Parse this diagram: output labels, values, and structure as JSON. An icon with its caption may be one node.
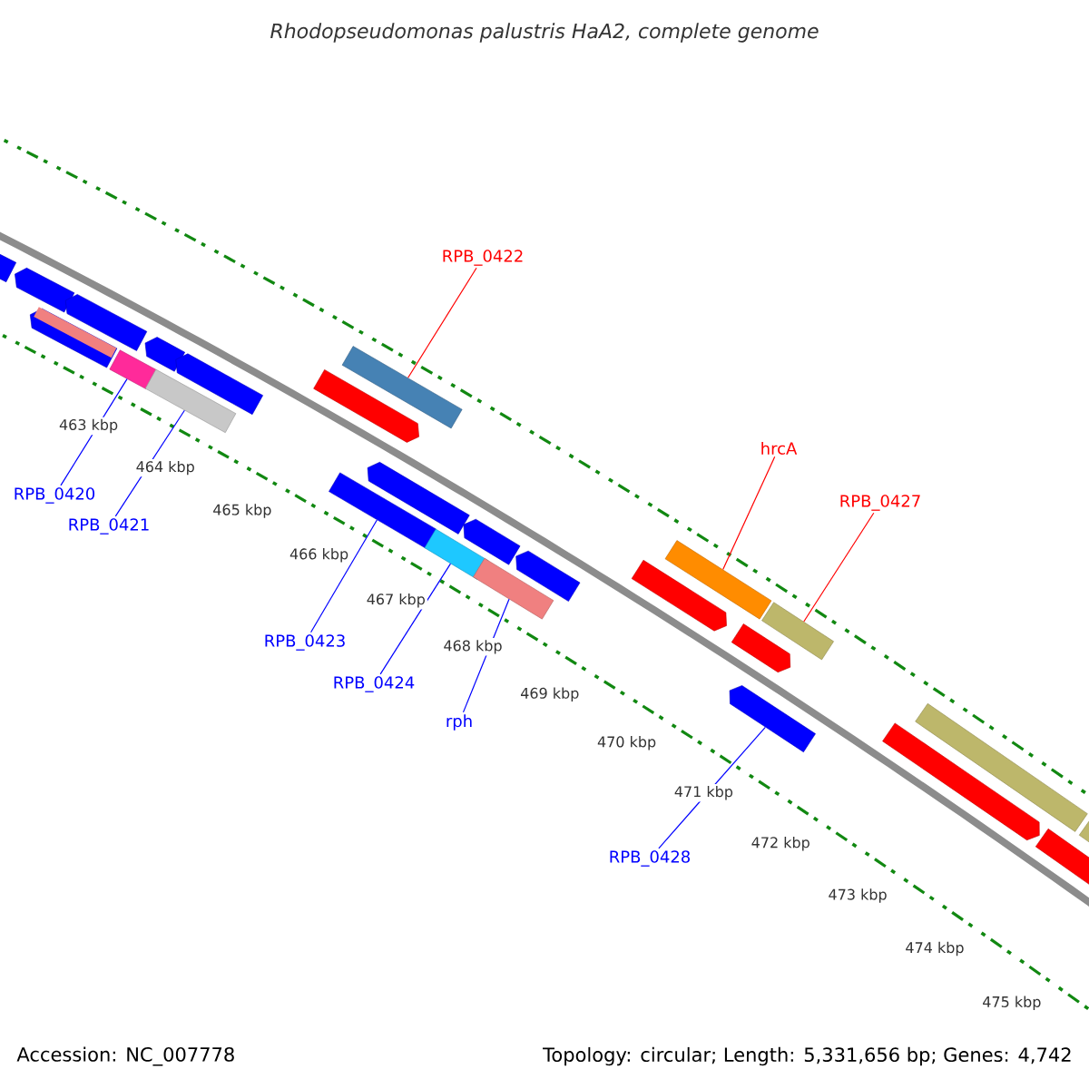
{
  "diagram": {
    "title": "Rhodopseudomonas palustris HaA2, complete genome",
    "nodes": [
      {
        "text": [
          "RPB_0422"
        ]
      },
      {
        "text": [
          "RPB_0420"
        ]
      },
      {
        "text": [
          "RPB_0421"
        ]
      },
      {
        "text": [
          "hrcA"
        ]
      },
      {
        "text": [
          "RPB_0427"
        ]
      },
      {
        "text": [
          "RPB_0423"
        ]
      },
      {
        "text": [
          "RPB_0424"
        ]
      },
      {
        "text": [
          "rph"
        ]
      },
      {
        "text": [
          "RPB_0428"
        ]
      },
      {
        "text": [],
        "shape": "bar"
      },
      {
        "text": [],
        "shape": "bar"
      },
      {
        "text": [],
        "shape": "bar"
      },
      {
        "text": [],
        "shape": "bar"
      },
      {
        "text": [],
        "shape": "bar"
      },
      {
        "text": [],
        "shape": "bar"
      },
      {
        "text": [],
        "shape": "bar"
      },
      {
        "text": [],
        "shape": "bar"
      },
      {
        "text": [],
        "shape": "bar"
      },
      {
        "text": [],
        "shape": "bar"
      },
      {
        "text": [],
        "shape": "bar"
      },
      {
        "text": [],
        "shape": "bar"
      },
      {
        "text": [],
        "shape": "bar"
      },
      {
        "text": [],
        "shape": "bar"
      },
      {
        "text": [],
        "shape": "bar"
      },
      {
        "text": [],
        "shape": "bar"
      },
      {
        "text": [],
        "shape": "bar"
      },
      {
        "text": [],
        "shape": "bar"
      },
      {
        "text": [],
        "shape": "bar"
      },
      {
        "text": [],
        "shape": "bar"
      },
      {
        "text": [],
        "shape": "bar"
      },
      {
        "text": [],
        "shape": "bar"
      },
      {
        "text": [],
        "shape": "bar"
      },
      {
        "text": [],
        "shape": "bar"
      },
      {
        "text": [],
        "shape": "bar"
      }
    ],
    "edges": [
      {
        "from": 0,
        "to": 18,
        "arrow": "none",
        "color": "#ff0000"
      },
      {
        "from": 1,
        "to": 13,
        "arrow": "none"
      },
      {
        "from": 2,
        "to": 15,
        "arrow": "none"
      },
      {
        "from": 3,
        "to": 26,
        "arrow": "none",
        "color": "#ff0000"
      },
      {
        "from": 4,
        "to": 28,
        "arrow": "none",
        "color": "#ff0000"
      },
      {
        "from": 5,
        "to": 20,
        "arrow": "none"
      },
      {
        "from": 6,
        "to": 21,
        "arrow": "none"
      },
      {
        "from": 7,
        "to": 23,
        "arrow": "none"
      },
      {
        "from": 8,
        "to": 29,
        "arrow": "none"
      }
    ],
    "labels": [
      "463 kbp",
      "464 kbp",
      "465 kbp",
      "466 kbp",
      "467 kbp",
      "468 kbp",
      "469 kbp",
      "470 kbp",
      "471 kbp",
      "472 kbp",
      "473 kbp",
      "474 kbp",
      "475 kbp",
      "Accession: NC_007778",
      "Topology: circular; Length: 5,331,656 bp; Genes: 4,742"
    ]
  }
}
